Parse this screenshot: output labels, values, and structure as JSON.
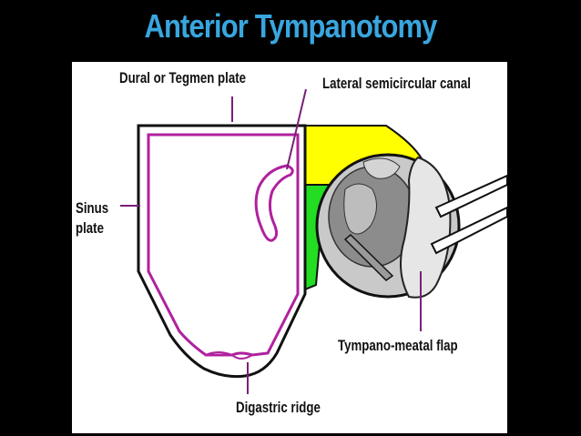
{
  "title": "Anterior Tympanotomy",
  "labels": {
    "dural_plate": "Dural or Tegmen plate",
    "lateral_canal": "Lateral semicircular canal",
    "sinus_line1": "Sinus",
    "sinus_line2": "plate",
    "flap": "Tympano-meatal flap",
    "digastric": "Digastric ridge"
  },
  "colors": {
    "background": "#000000",
    "title": "#39a6df",
    "outline": "#111111",
    "magenta": "#b0219e",
    "yellow": "#ffff00",
    "green": "#22dd22",
    "canal_color": "#7a1f7a"
  }
}
